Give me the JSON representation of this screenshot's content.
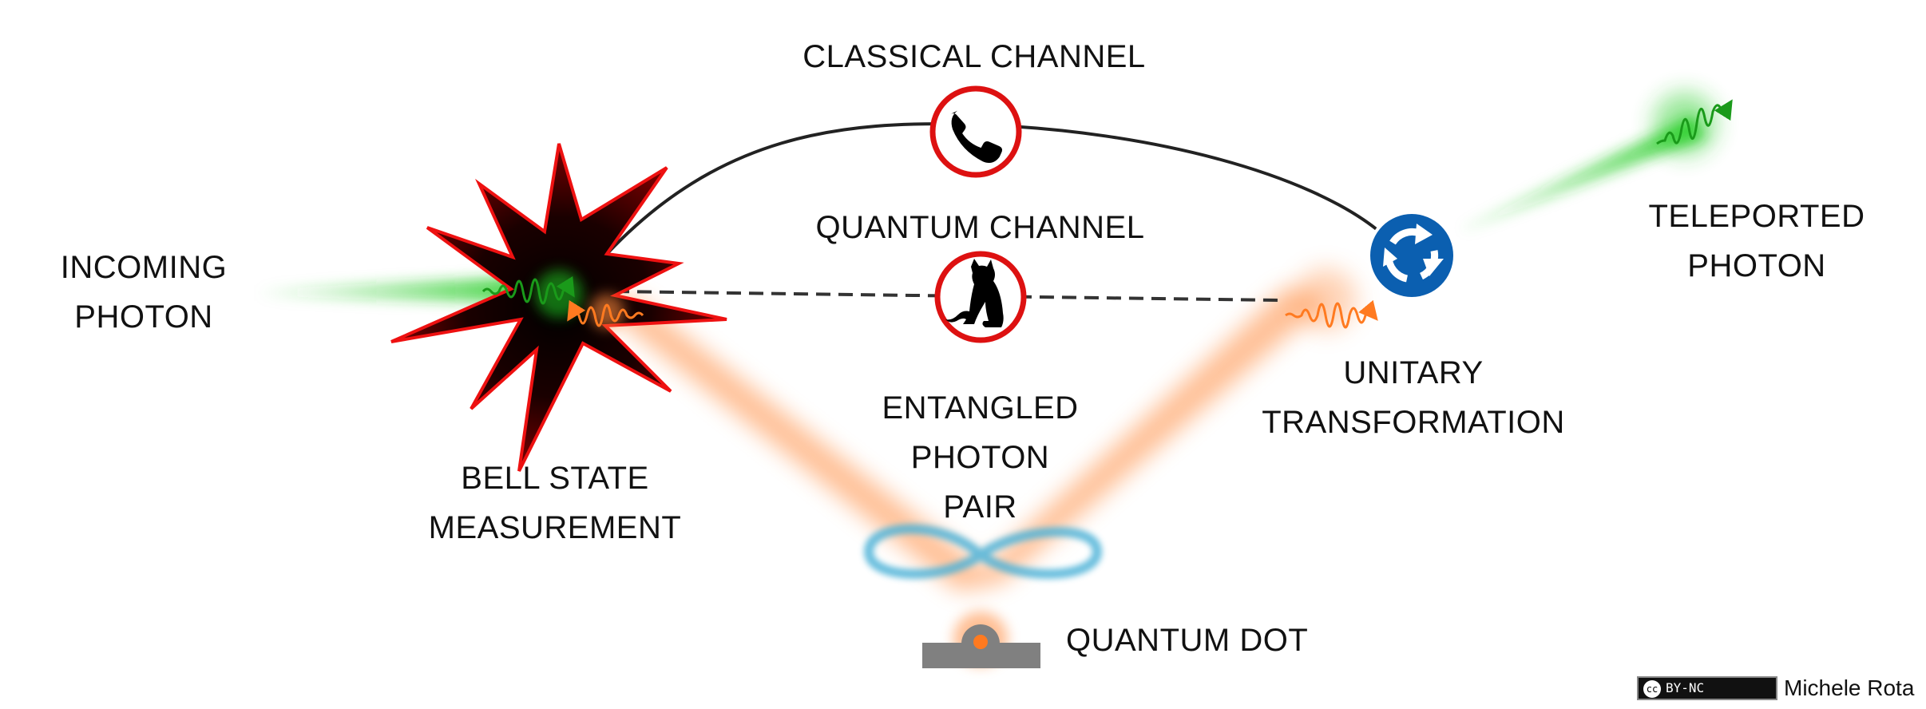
{
  "labels": {
    "classical_channel": "CLASSICAL CHANNEL",
    "quantum_channel": "QUANTUM CHANNEL",
    "incoming_photon": [
      "INCOMING",
      "PHOTON"
    ],
    "bell_state_measurement": [
      "BELL STATE",
      "MEASUREMENT"
    ],
    "entangled_photon_pair": [
      "ENTANGLED",
      "PHOTON",
      "PAIR"
    ],
    "unitary_transformation": [
      "UNITARY",
      "TRANSFORMATION"
    ],
    "teleported_photon": [
      "TELEPORTED",
      "PHOTON"
    ],
    "quantum_dot": "QUANTUM DOT"
  },
  "credit": {
    "license_badge": "BY-NC",
    "license_cc": "cc",
    "author": "Michele Rota"
  },
  "icons": {
    "classical": "phone-icon",
    "quantum": "cat-icon",
    "unitary": "roundabout-icon",
    "measurement": "explosion-icon",
    "source": "quantum-dot-icon"
  },
  "colors": {
    "incoming": "#22cc22",
    "entangled": "#ff8a3c",
    "loop": "#4fb3d8",
    "sign_border": "#dd1111",
    "roundabout": "#0b5fb0",
    "burst": "#ee1111"
  }
}
